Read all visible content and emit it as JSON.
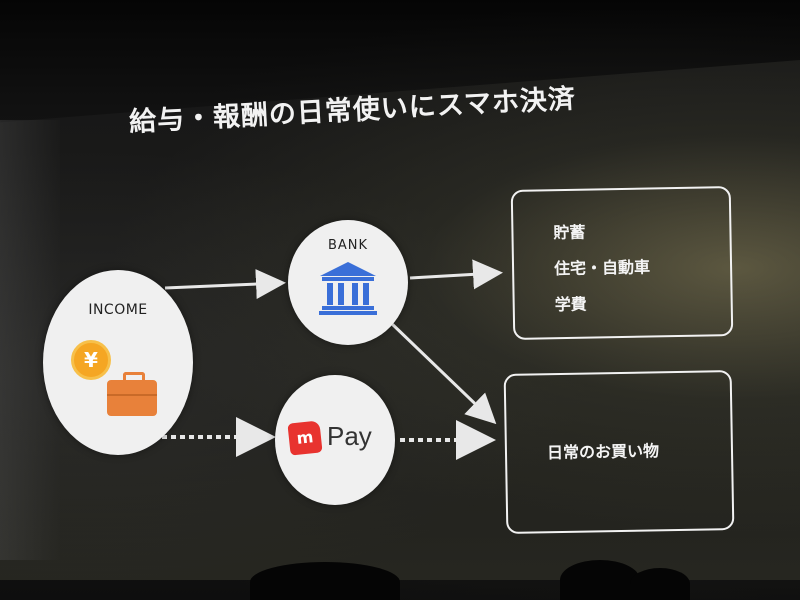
{
  "slide": {
    "title": "給与・報酬の日常使いにスマホ決済",
    "income": {
      "label": "INCOME",
      "yen_symbol": "¥",
      "icons": [
        "yen-coin-icon",
        "briefcase-icon"
      ]
    },
    "bank": {
      "label": "BANK",
      "icon": "bank-building-icon"
    },
    "pay": {
      "logo_letter": "m",
      "label": "Pay",
      "icon": "merpay-logo-icon"
    },
    "savings_box": {
      "items": [
        "貯蓄",
        "住宅・自動車",
        "学費"
      ]
    },
    "daily_box": {
      "label": "日常のお買い物"
    }
  },
  "colors": {
    "background": "#161616",
    "circle_fill": "#f0f0f0",
    "text_light": "#f2f2f2",
    "arrow": "#e8e8e8",
    "yen_coin": "#f5a623",
    "briefcase": "#e8813a",
    "bank_icon": "#3a6fd8",
    "merpay_red": "#e8332f"
  }
}
